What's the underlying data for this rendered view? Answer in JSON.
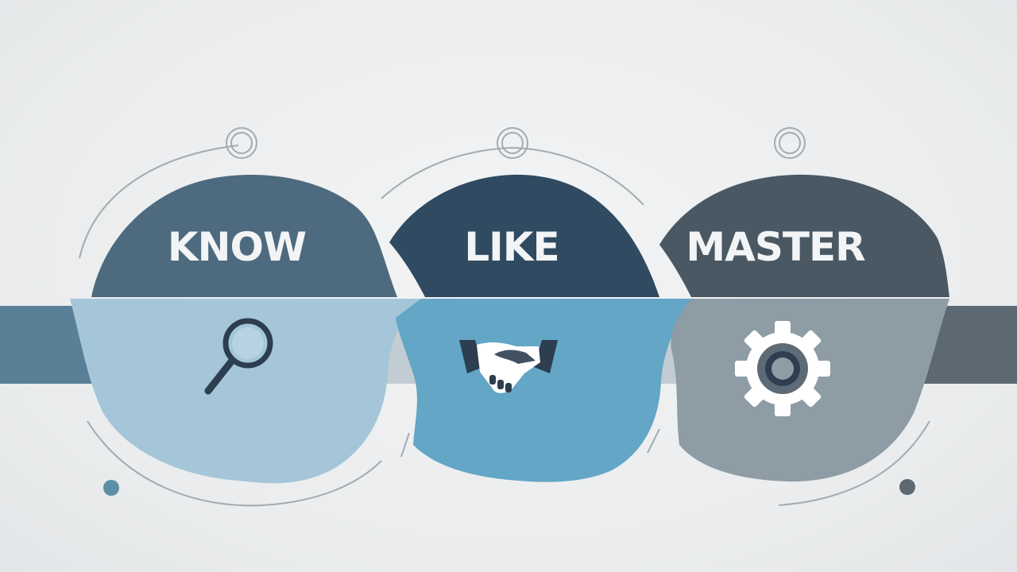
{
  "steps": [
    {
      "id": "know",
      "label": "KNOW",
      "icon": "magnifying-glass-icon",
      "top_color": "#4d6a7e",
      "bottom_color": "#a4c6d8",
      "band_color": "#5a8098"
    },
    {
      "id": "like",
      "label": "LIKE",
      "icon": "handshake-icon",
      "top_color": "#2f4a61",
      "bottom_color": "#63a6c6",
      "band_color": "#2f4a61"
    },
    {
      "id": "master",
      "label": "MASTER",
      "icon": "gear-icon",
      "top_color": "#4a5863",
      "bottom_color": "#8e9ca6",
      "band_color": "#5c6872"
    }
  ],
  "colors": {
    "background": "#eceeef",
    "ring_stroke": "#9aa3aa",
    "dot_left": "#5c8ea6",
    "dot_right": "#5d6870",
    "icon_dark": "#2c3e4f",
    "icon_light": "#ffffff"
  }
}
